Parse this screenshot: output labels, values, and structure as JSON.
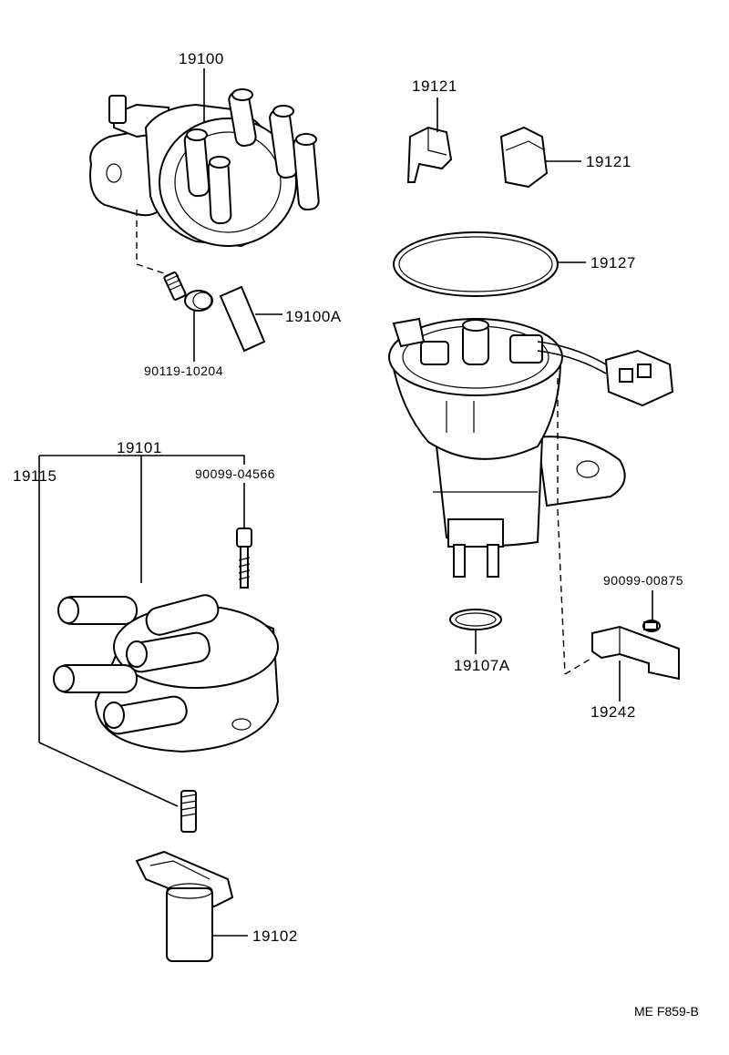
{
  "diagram": {
    "ref_code": "ME F859-B",
    "labels": {
      "p19100": "19100",
      "p19100A": "19100A",
      "p90119_10204": "90119-10204",
      "p19121_a": "19121",
      "p19121_b": "19121",
      "p19127": "19127",
      "p19101": "19101",
      "p19115": "19115",
      "p90099_04566": "90099-04566",
      "p90099_00875": "90099-00875",
      "p19107A": "19107A",
      "p19242": "19242",
      "p19102": "19102"
    }
  }
}
